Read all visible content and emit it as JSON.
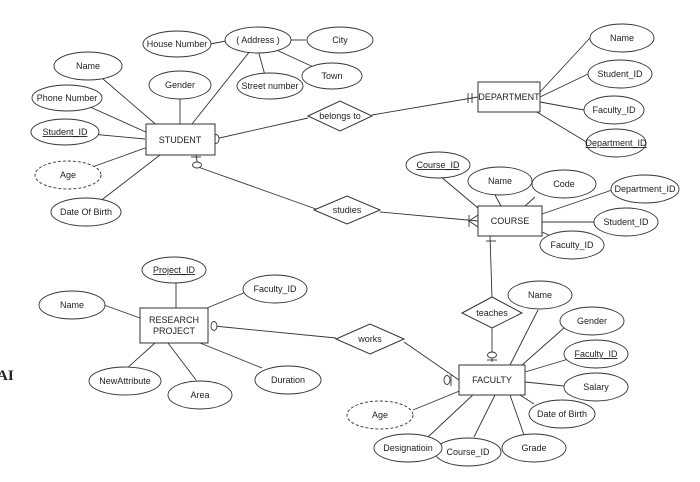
{
  "entities": {
    "student": "STUDENT",
    "department": "DEPARTMENT",
    "course": "COURSE",
    "research_project_line1": "RESEARCH",
    "research_project_line2": "PROJECT",
    "faculty": "FACULTY"
  },
  "relationships": {
    "belongs_to": "belongs to",
    "studies": "studies",
    "teaches": "teaches",
    "works": "works"
  },
  "attributes": {
    "student": {
      "house_number": "House Number",
      "address": "( Address )",
      "city": "City",
      "street_number": "Street number",
      "town": "Town",
      "name": "Name",
      "gender": "Gender",
      "phone_number": "Phone Number",
      "student_id": "Student_ID",
      "age": "Age",
      "date_of_birth": "Date Of Birth"
    },
    "department": {
      "name": "Name",
      "student_id": "Student_ID",
      "faculty_id": "Faculty_ID",
      "department_id": "Department_ID"
    },
    "course": {
      "course_id": "Course_ID",
      "name": "Name",
      "code": "Code",
      "department_id": "Department_ID",
      "student_id": "Student_ID",
      "faculty_id": "Faculty_ID"
    },
    "research_project": {
      "project_id": "Project_ID",
      "name": "Name",
      "faculty_id": "Faculty_ID",
      "new_attribute": "NewAttribute",
      "area": "Area",
      "duration": "Duration"
    },
    "faculty": {
      "name": "Name",
      "gender": "Gender",
      "faculty_id": "Faculty_ID",
      "salary": "Salary",
      "date_of_birth": "Date of Birth",
      "grade": "Grade",
      "course_id": "Course_ID",
      "designation": "Designatioin",
      "age": "Age"
    }
  },
  "side_label": "AI"
}
